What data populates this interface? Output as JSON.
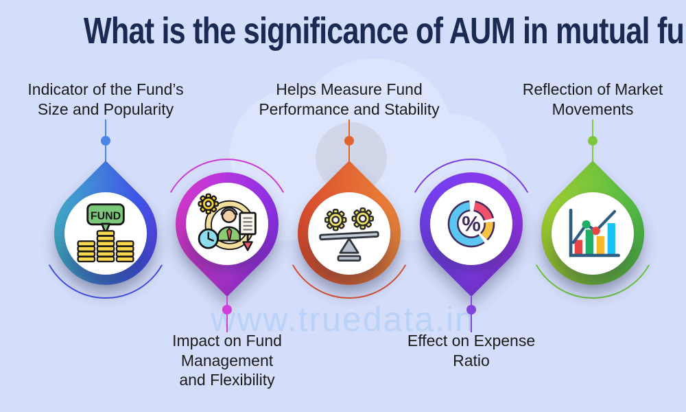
{
  "title": "What is the significance of AUM in mutual funds?",
  "watermark": "www.truedata.in",
  "background_color": "#d4ddf9",
  "title_color": "#1b2a52",
  "label_color": "#1b1b1b",
  "items": [
    {
      "id": 1,
      "label": "Indicator of the Fund’s Size and Popularity",
      "line1": "Indicator of the Fund’s",
      "line2": "Size and Popularity",
      "label_position": "above",
      "icon": "fund-coins-icon",
      "icon_text": "FUND",
      "gradient": [
        "#44c7c3",
        "#3f55e8"
      ],
      "connector_color": "#4a86e8"
    },
    {
      "id": 2,
      "label": "Impact on Fund Management and Flexibility",
      "line1": "Impact on Fund Management",
      "line2": "and Flexibility",
      "label_position": "below",
      "icon": "fund-management-icon",
      "gradient": [
        "#ea3cc9",
        "#7b2ff0"
      ],
      "connector_color": "#cf3ed8"
    },
    {
      "id": 3,
      "label": "Helps Measure Fund Performance and Stability",
      "line1": "Helps Measure Fund",
      "line2": "Performance and Stability",
      "label_position": "above",
      "icon": "balance-gears-icon",
      "gradient": [
        "#d8402c",
        "#f0913c"
      ],
      "connector_color": "#e0642f"
    },
    {
      "id": 4,
      "label": "Effect on Expense Ratio",
      "line1": "Effect on Expense",
      "line2": "Ratio",
      "label_position": "below",
      "icon": "expense-ratio-donut-icon",
      "icon_text": "%",
      "gradient": [
        "#6a46f2",
        "#9a30e8"
      ],
      "connector_color": "#8244df"
    },
    {
      "id": 5,
      "label": "Reflection of Market Movements",
      "line1": "Reflection of Market",
      "line2": "Movements",
      "label_position": "above",
      "icon": "market-bar-chart-icon",
      "gradient": [
        "#b8d52c",
        "#38b44c"
      ],
      "connector_color": "#7dc93e"
    }
  ]
}
